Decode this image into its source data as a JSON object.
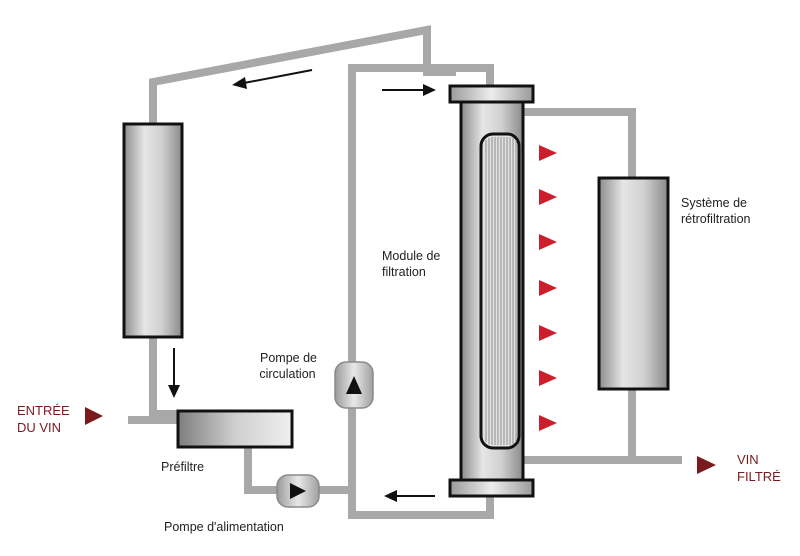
{
  "labels": {
    "module_line1": "Module de",
    "module_line2": "filtration",
    "retro_line1": "Système de",
    "retro_line2": "rétrofiltration",
    "pompe_circ_line1": "Pompe de",
    "pompe_circ_line2": "circulation",
    "entree_line1": "ENTRÉE",
    "entree_line2": "DU VIN",
    "vin_line1": "VIN",
    "vin_line2": "FILTRÉ",
    "prefiltre": "Préfiltre",
    "pompe_alim": "Pompe d'alimentation"
  },
  "colors": {
    "pipe": "#a8a8a8",
    "outline": "#111111",
    "accent_red": "#cc1f2b",
    "label_red": "#7a1a1e"
  }
}
